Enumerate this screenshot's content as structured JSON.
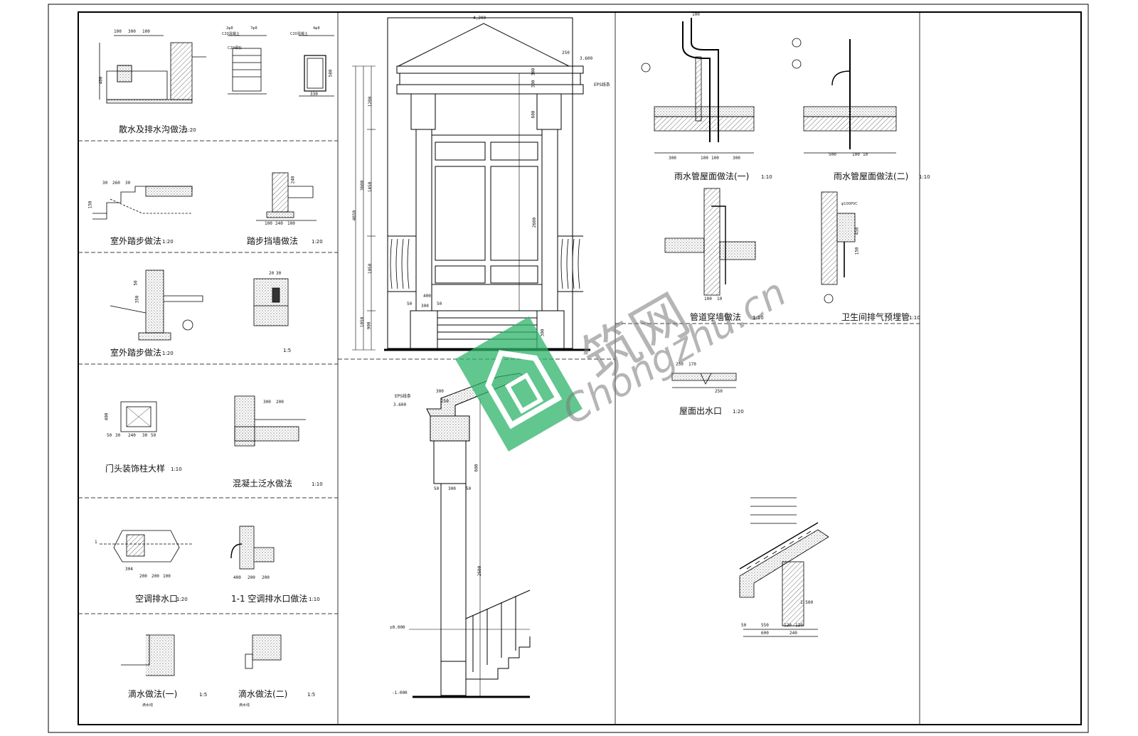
{
  "watermark": {
    "cn_text": "筑网",
    "latin_text": "Chongzhu.cn",
    "brand_color": "#2db36a"
  },
  "elevation": {
    "top_width": "4,200",
    "elev_top": "3.600",
    "dims_left": [
      "4650",
      "3600",
      "1200",
      "1450",
      "1050",
      "1050",
      "900"
    ],
    "dims_mid": [
      "300",
      "300",
      "600",
      "2600"
    ],
    "dims_bottom": [
      "50",
      "300",
      "50",
      "400",
      "300"
    ],
    "label_eps": "EPS线条",
    "side_dim": [
      "250",
      "3.600"
    ]
  },
  "section": {
    "label_eps": "EPS线条",
    "elev_3600": "3.600",
    "elev_000": "±0.000",
    "elev_neg": "-1.000",
    "top_dims": [
      "300",
      "250"
    ],
    "bottom_dims": [
      "50",
      "300",
      "50"
    ],
    "height_2600": "2600",
    "height_600": "600"
  },
  "left_details": [
    {
      "id": "d1",
      "title": "散水及排水沟做法",
      "scale": "1:20",
      "dims": [
        "100",
        "300",
        "100",
        "400"
      ]
    },
    {
      "id": "d2",
      "title": "",
      "scale": "",
      "dims": [
        "C20混凝土",
        "C20细石",
        "2φ8",
        "7φ8"
      ]
    },
    {
      "id": "d3",
      "title": "",
      "scale": "",
      "dims": [
        "C20混凝土",
        "4φ8",
        "580",
        "330"
      ]
    },
    {
      "id": "d4",
      "title": "室外踏步做法",
      "scale": "1:20",
      "dims": [
        "30",
        "260",
        "30",
        "150"
      ]
    },
    {
      "id": "d5",
      "title": "踏步挡墙做法",
      "scale": "1:20",
      "dims": [
        "100",
        "240",
        "100",
        "240"
      ]
    },
    {
      "id": "d6",
      "title": "室外踏步做法",
      "scale": "1:20",
      "dims": [
        "50",
        "350"
      ]
    },
    {
      "id": "d7",
      "title": "",
      "scale": "1:5",
      "dims": [
        "20",
        "30"
      ]
    },
    {
      "id": "d8",
      "title": "门头装饰柱大样",
      "scale": "1:10",
      "dims": [
        "400",
        "50",
        "30",
        "240",
        "30",
        "50"
      ]
    },
    {
      "id": "d9",
      "title": "混凝土泛水做法",
      "scale": "1:10",
      "dims": [
        "300",
        "200"
      ]
    },
    {
      "id": "d10",
      "title": "空调排水口",
      "scale": "1:20",
      "dims": [
        "1",
        "304",
        "200",
        "200",
        "100"
      ]
    },
    {
      "id": "d11",
      "title": "1-1 空调排水口做法",
      "scale": "1:10",
      "dims": [
        "400",
        "200",
        "200"
      ]
    },
    {
      "id": "d12",
      "title": "滴水做法(一)",
      "scale": "1:5",
      "dims": [
        "滴水线"
      ]
    },
    {
      "id": "d13",
      "title": "滴水做法(二)",
      "scale": "1:5",
      "dims": [
        "滴水线"
      ]
    }
  ],
  "right_details": [
    {
      "id": "r1",
      "title": "雨水管屋面做法(一)",
      "scale": "1:10",
      "dims": [
        "300",
        "100",
        "100",
        "300",
        "100"
      ]
    },
    {
      "id": "r2",
      "title": "雨水管屋面做法(二)",
      "scale": "1:10",
      "dims": [
        "500",
        "100",
        "10"
      ]
    },
    {
      "id": "r3",
      "title": "管道穿墙做法",
      "scale": "1:10",
      "dims": [
        "100",
        "10"
      ]
    },
    {
      "id": "r4",
      "title": "卫生间排气预埋管",
      "scale": "1:10",
      "dims": [
        "φ100PVC",
        "450",
        "150"
      ]
    },
    {
      "id": "r5",
      "title": "屋面出水口",
      "scale": "1:20",
      "dims": [
        "250",
        "170",
        "250"
      ]
    },
    {
      "id": "r6",
      "title": "",
      "scale": "",
      "dims": [
        "50",
        "550",
        "120",
        "120",
        "600",
        "240",
        "1:500"
      ]
    }
  ]
}
